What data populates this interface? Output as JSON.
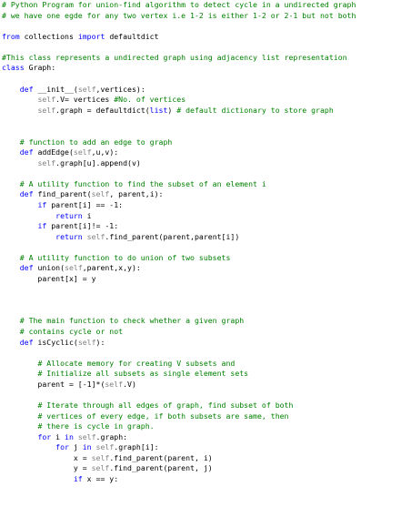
{
  "colors": {
    "background": "#ffffff",
    "comment": "#008000",
    "keyword": "#0000ff",
    "self": "#808080",
    "plain": "#000000"
  },
  "code": {
    "lines": [
      [
        {
          "t": "# Python Program for union-find algorithm to detect cycle in a undirected graph",
          "k": "comment"
        }
      ],
      [
        {
          "t": "# we have one egde for any two vertex i.e 1-2 is either 1-2 or 2-1 but not both",
          "k": "comment"
        }
      ],
      [],
      [
        {
          "t": "from",
          "k": "keyword"
        },
        {
          "t": " collections ",
          "k": "plain"
        },
        {
          "t": "import",
          "k": "keyword"
        },
        {
          "t": " defaultdict",
          "k": "plain"
        }
      ],
      [],
      [
        {
          "t": "#This class represents a undirected graph using adjacency list representation",
          "k": "comment"
        }
      ],
      [
        {
          "t": "class",
          "k": "keyword"
        },
        {
          "t": " Graph:",
          "k": "plain"
        }
      ],
      [],
      [
        {
          "t": "    ",
          "k": "plain"
        },
        {
          "t": "def",
          "k": "keyword"
        },
        {
          "t": " __init__(",
          "k": "plain"
        },
        {
          "t": "self",
          "k": "self"
        },
        {
          "t": ",vertices):",
          "k": "plain"
        }
      ],
      [
        {
          "t": "        ",
          "k": "plain"
        },
        {
          "t": "self",
          "k": "self"
        },
        {
          "t": ".V= vertices ",
          "k": "plain"
        },
        {
          "t": "#No. of vertices",
          "k": "comment"
        }
      ],
      [
        {
          "t": "        ",
          "k": "plain"
        },
        {
          "t": "self",
          "k": "self"
        },
        {
          "t": ".graph = defaultdict(",
          "k": "plain"
        },
        {
          "t": "list",
          "k": "keyword"
        },
        {
          "t": ") ",
          "k": "plain"
        },
        {
          "t": "# default dictionary to store graph",
          "k": "comment"
        }
      ],
      [],
      [],
      [
        {
          "t": "    ",
          "k": "plain"
        },
        {
          "t": "# function to add an edge to graph",
          "k": "comment"
        }
      ],
      [
        {
          "t": "    ",
          "k": "plain"
        },
        {
          "t": "def",
          "k": "keyword"
        },
        {
          "t": " addEdge(",
          "k": "plain"
        },
        {
          "t": "self",
          "k": "self"
        },
        {
          "t": ",u,v):",
          "k": "plain"
        }
      ],
      [
        {
          "t": "        ",
          "k": "plain"
        },
        {
          "t": "self",
          "k": "self"
        },
        {
          "t": ".graph[u].append(v)",
          "k": "plain"
        }
      ],
      [],
      [
        {
          "t": "    ",
          "k": "plain"
        },
        {
          "t": "# A utility function to find the subset of an element i",
          "k": "comment"
        }
      ],
      [
        {
          "t": "    ",
          "k": "plain"
        },
        {
          "t": "def",
          "k": "keyword"
        },
        {
          "t": " find_parent(",
          "k": "plain"
        },
        {
          "t": "self",
          "k": "self"
        },
        {
          "t": ", parent,i):",
          "k": "plain"
        }
      ],
      [
        {
          "t": "        ",
          "k": "plain"
        },
        {
          "t": "if",
          "k": "keyword"
        },
        {
          "t": " parent[i] == -1:",
          "k": "plain"
        }
      ],
      [
        {
          "t": "            ",
          "k": "plain"
        },
        {
          "t": "return",
          "k": "keyword"
        },
        {
          "t": " i",
          "k": "plain"
        }
      ],
      [
        {
          "t": "        ",
          "k": "plain"
        },
        {
          "t": "if",
          "k": "keyword"
        },
        {
          "t": " parent[i]!= -1:",
          "k": "plain"
        }
      ],
      [
        {
          "t": "            ",
          "k": "plain"
        },
        {
          "t": "return",
          "k": "keyword"
        },
        {
          "t": " ",
          "k": "plain"
        },
        {
          "t": "self",
          "k": "self"
        },
        {
          "t": ".find_parent(parent,parent[i])",
          "k": "plain"
        }
      ],
      [],
      [
        {
          "t": "    ",
          "k": "plain"
        },
        {
          "t": "# A utility function to do union of two subsets",
          "k": "comment"
        }
      ],
      [
        {
          "t": "    ",
          "k": "plain"
        },
        {
          "t": "def",
          "k": "keyword"
        },
        {
          "t": " union(",
          "k": "plain"
        },
        {
          "t": "self",
          "k": "self"
        },
        {
          "t": ",parent,x,y):",
          "k": "plain"
        }
      ],
      [
        {
          "t": "        parent[x] = y",
          "k": "plain"
        }
      ],
      [],
      [],
      [],
      [
        {
          "t": "    ",
          "k": "plain"
        },
        {
          "t": "# The main function to check whether a given graph",
          "k": "comment"
        }
      ],
      [
        {
          "t": "    ",
          "k": "plain"
        },
        {
          "t": "# contains cycle or not",
          "k": "comment"
        }
      ],
      [
        {
          "t": "    ",
          "k": "plain"
        },
        {
          "t": "def",
          "k": "keyword"
        },
        {
          "t": " isCyclic(",
          "k": "plain"
        },
        {
          "t": "self",
          "k": "self"
        },
        {
          "t": "):",
          "k": "plain"
        }
      ],
      [],
      [
        {
          "t": "        ",
          "k": "plain"
        },
        {
          "t": "# Allocate memory for creating V subsets and",
          "k": "comment"
        }
      ],
      [
        {
          "t": "        ",
          "k": "plain"
        },
        {
          "t": "# Initialize all subsets as single element sets",
          "k": "comment"
        }
      ],
      [
        {
          "t": "        parent = [-1]*(",
          "k": "plain"
        },
        {
          "t": "self",
          "k": "self"
        },
        {
          "t": ".V)",
          "k": "plain"
        }
      ],
      [],
      [
        {
          "t": "        ",
          "k": "plain"
        },
        {
          "t": "# Iterate through all edges of graph, find subset of both",
          "k": "comment"
        }
      ],
      [
        {
          "t": "        ",
          "k": "plain"
        },
        {
          "t": "# vertices of every edge, if both subsets are same, then",
          "k": "comment"
        }
      ],
      [
        {
          "t": "        ",
          "k": "plain"
        },
        {
          "t": "# there is cycle in graph.",
          "k": "comment"
        }
      ],
      [
        {
          "t": "        ",
          "k": "plain"
        },
        {
          "t": "for",
          "k": "keyword"
        },
        {
          "t": " i ",
          "k": "plain"
        },
        {
          "t": "in",
          "k": "keyword"
        },
        {
          "t": " ",
          "k": "plain"
        },
        {
          "t": "self",
          "k": "self"
        },
        {
          "t": ".graph:",
          "k": "plain"
        }
      ],
      [
        {
          "t": "            ",
          "k": "plain"
        },
        {
          "t": "for",
          "k": "keyword"
        },
        {
          "t": " j ",
          "k": "plain"
        },
        {
          "t": "in",
          "k": "keyword"
        },
        {
          "t": " ",
          "k": "plain"
        },
        {
          "t": "self",
          "k": "self"
        },
        {
          "t": ".graph[i]:",
          "k": "plain"
        }
      ],
      [
        {
          "t": "                x = ",
          "k": "plain"
        },
        {
          "t": "self",
          "k": "self"
        },
        {
          "t": ".find_parent(parent, i)",
          "k": "plain"
        }
      ],
      [
        {
          "t": "                y = ",
          "k": "plain"
        },
        {
          "t": "self",
          "k": "self"
        },
        {
          "t": ".find_parent(parent, j)",
          "k": "plain"
        }
      ],
      [
        {
          "t": "                ",
          "k": "plain"
        },
        {
          "t": "if",
          "k": "keyword"
        },
        {
          "t": " x == y:",
          "k": "plain"
        }
      ]
    ]
  }
}
